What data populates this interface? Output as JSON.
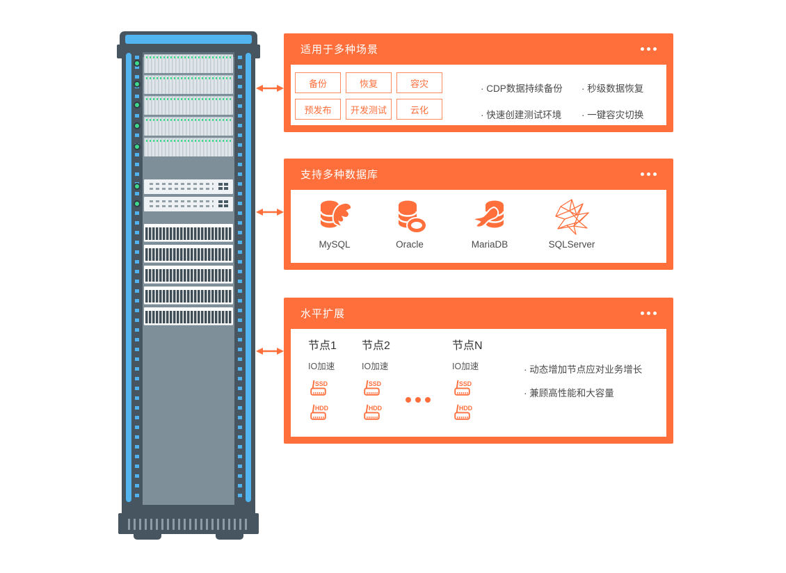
{
  "colors": {
    "accent": "#FF6F3C",
    "tag_border": "#FF8A5E",
    "body_text": "#4A4A4A",
    "rack_frame": "#46555F",
    "rack_rail_blue": "#52B5F0",
    "rack_panel_gray": "#7E8F99",
    "led_green": "#3ED98B"
  },
  "rack": {
    "name": "server-rack-illustration"
  },
  "connector_icon": "double-arrow-icon",
  "panels": [
    {
      "title": "适用于多种场景",
      "menu_icon": "ellipsis-icon",
      "tags": [
        "备份",
        "恢复",
        "容灾",
        "预发布",
        "开发测试",
        "云化"
      ],
      "bullets": [
        "· CDP数据持续备份",
        "· 秒级数据恢复",
        "· 快速创建测试环境",
        "· 一键容灾切换"
      ]
    },
    {
      "title": "支持多种数据库",
      "menu_icon": "ellipsis-icon",
      "databases": [
        {
          "name": "MySQL",
          "icon": "mysql-icon"
        },
        {
          "name": "Oracle",
          "icon": "oracle-icon"
        },
        {
          "name": "MariaDB",
          "icon": "mariadb-icon"
        },
        {
          "name": "SQLServer",
          "icon": "sqlserver-icon"
        }
      ]
    },
    {
      "title": "水平扩展",
      "menu_icon": "ellipsis-icon",
      "nodes": [
        {
          "label": "节点1",
          "feature": "IO加速",
          "disks": [
            "SSD",
            "HDD"
          ]
        },
        {
          "label": "节点2",
          "feature": "IO加速",
          "disks": [
            "SSD",
            "HDD"
          ]
        },
        {
          "label": "节点N",
          "feature": "IO加速",
          "disks": [
            "SSD",
            "HDD"
          ]
        }
      ],
      "more_nodes_icon": "ellipsis-icon",
      "bullets": [
        "· 动态增加节点应对业务增长",
        "· 兼顾高性能和大容量"
      ]
    }
  ]
}
